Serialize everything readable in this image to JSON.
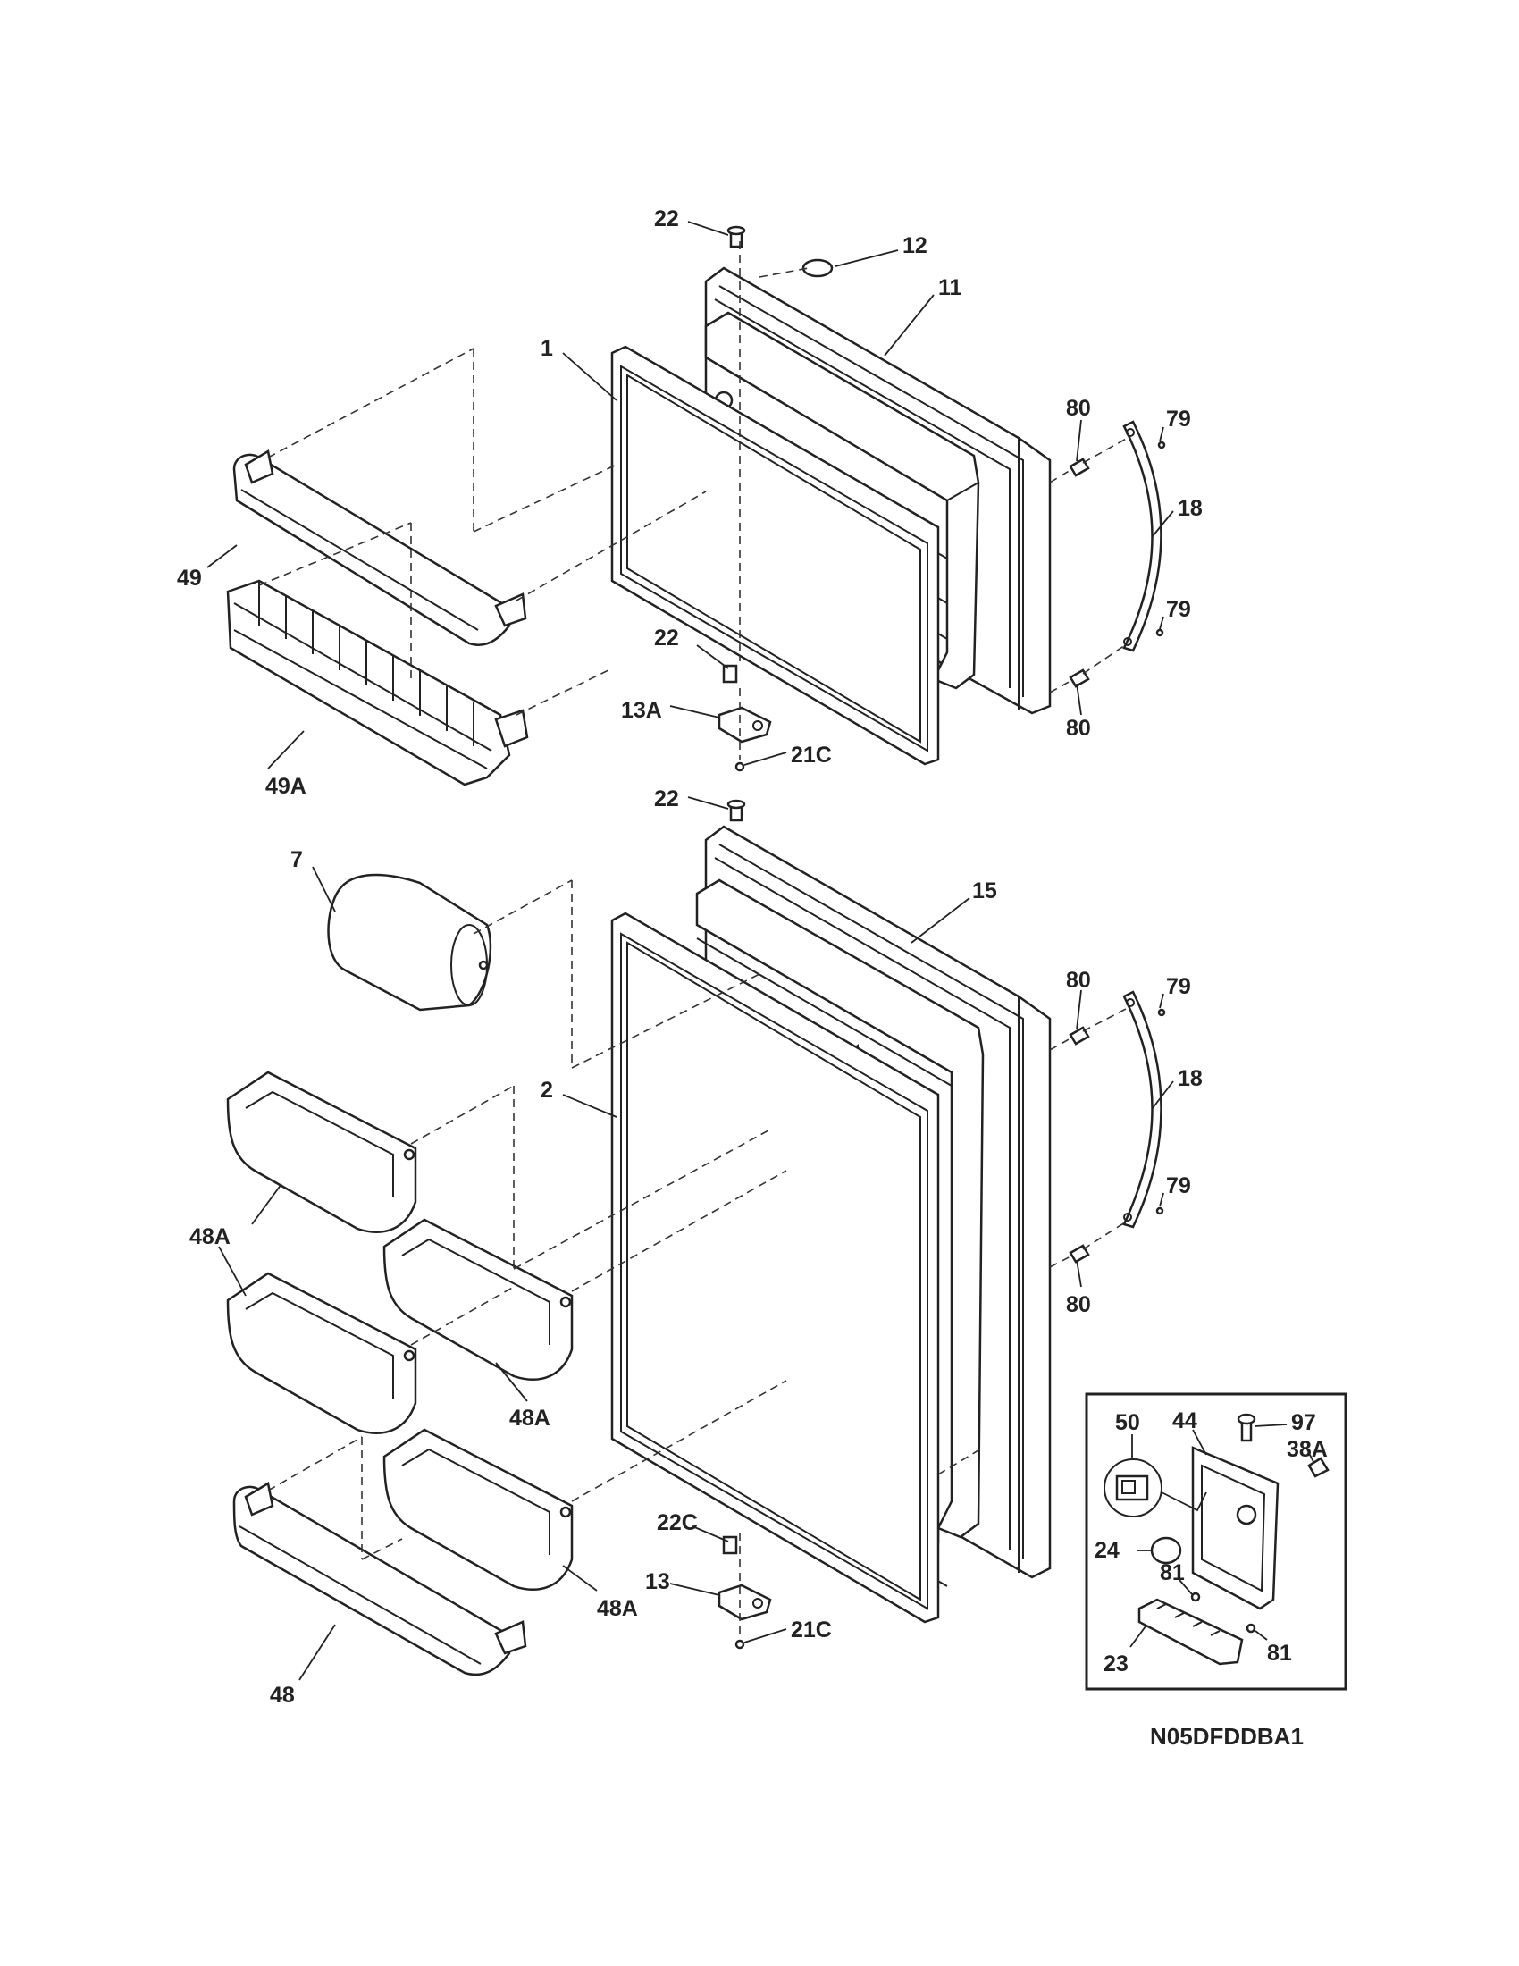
{
  "diagram_code": "N05DFDDBA1",
  "callouts": {
    "c22a": "22",
    "c12": "12",
    "c11": "11",
    "c1": "1",
    "c80a": "80",
    "c79a": "79",
    "c18a": "18",
    "c49": "49",
    "c79b": "79",
    "c22b": "22",
    "c80b": "80",
    "c13A": "13A",
    "c21Ca": "21C",
    "c49A": "49A",
    "c22c": "22",
    "c7": "7",
    "c15": "15",
    "c80c": "80",
    "c79c": "79",
    "c18b": "18",
    "c2": "2",
    "c79d": "79",
    "c48Aa": "48A",
    "c80d": "80",
    "c50": "50",
    "c44": "44",
    "c97": "97",
    "c38A": "38A",
    "c48Ab": "48A",
    "c24": "24",
    "c22C": "22C",
    "c81a": "81",
    "c13": "13",
    "c48Ac": "48A",
    "c81b": "81",
    "c23": "23",
    "c21Cb": "21C",
    "c48": "48"
  }
}
